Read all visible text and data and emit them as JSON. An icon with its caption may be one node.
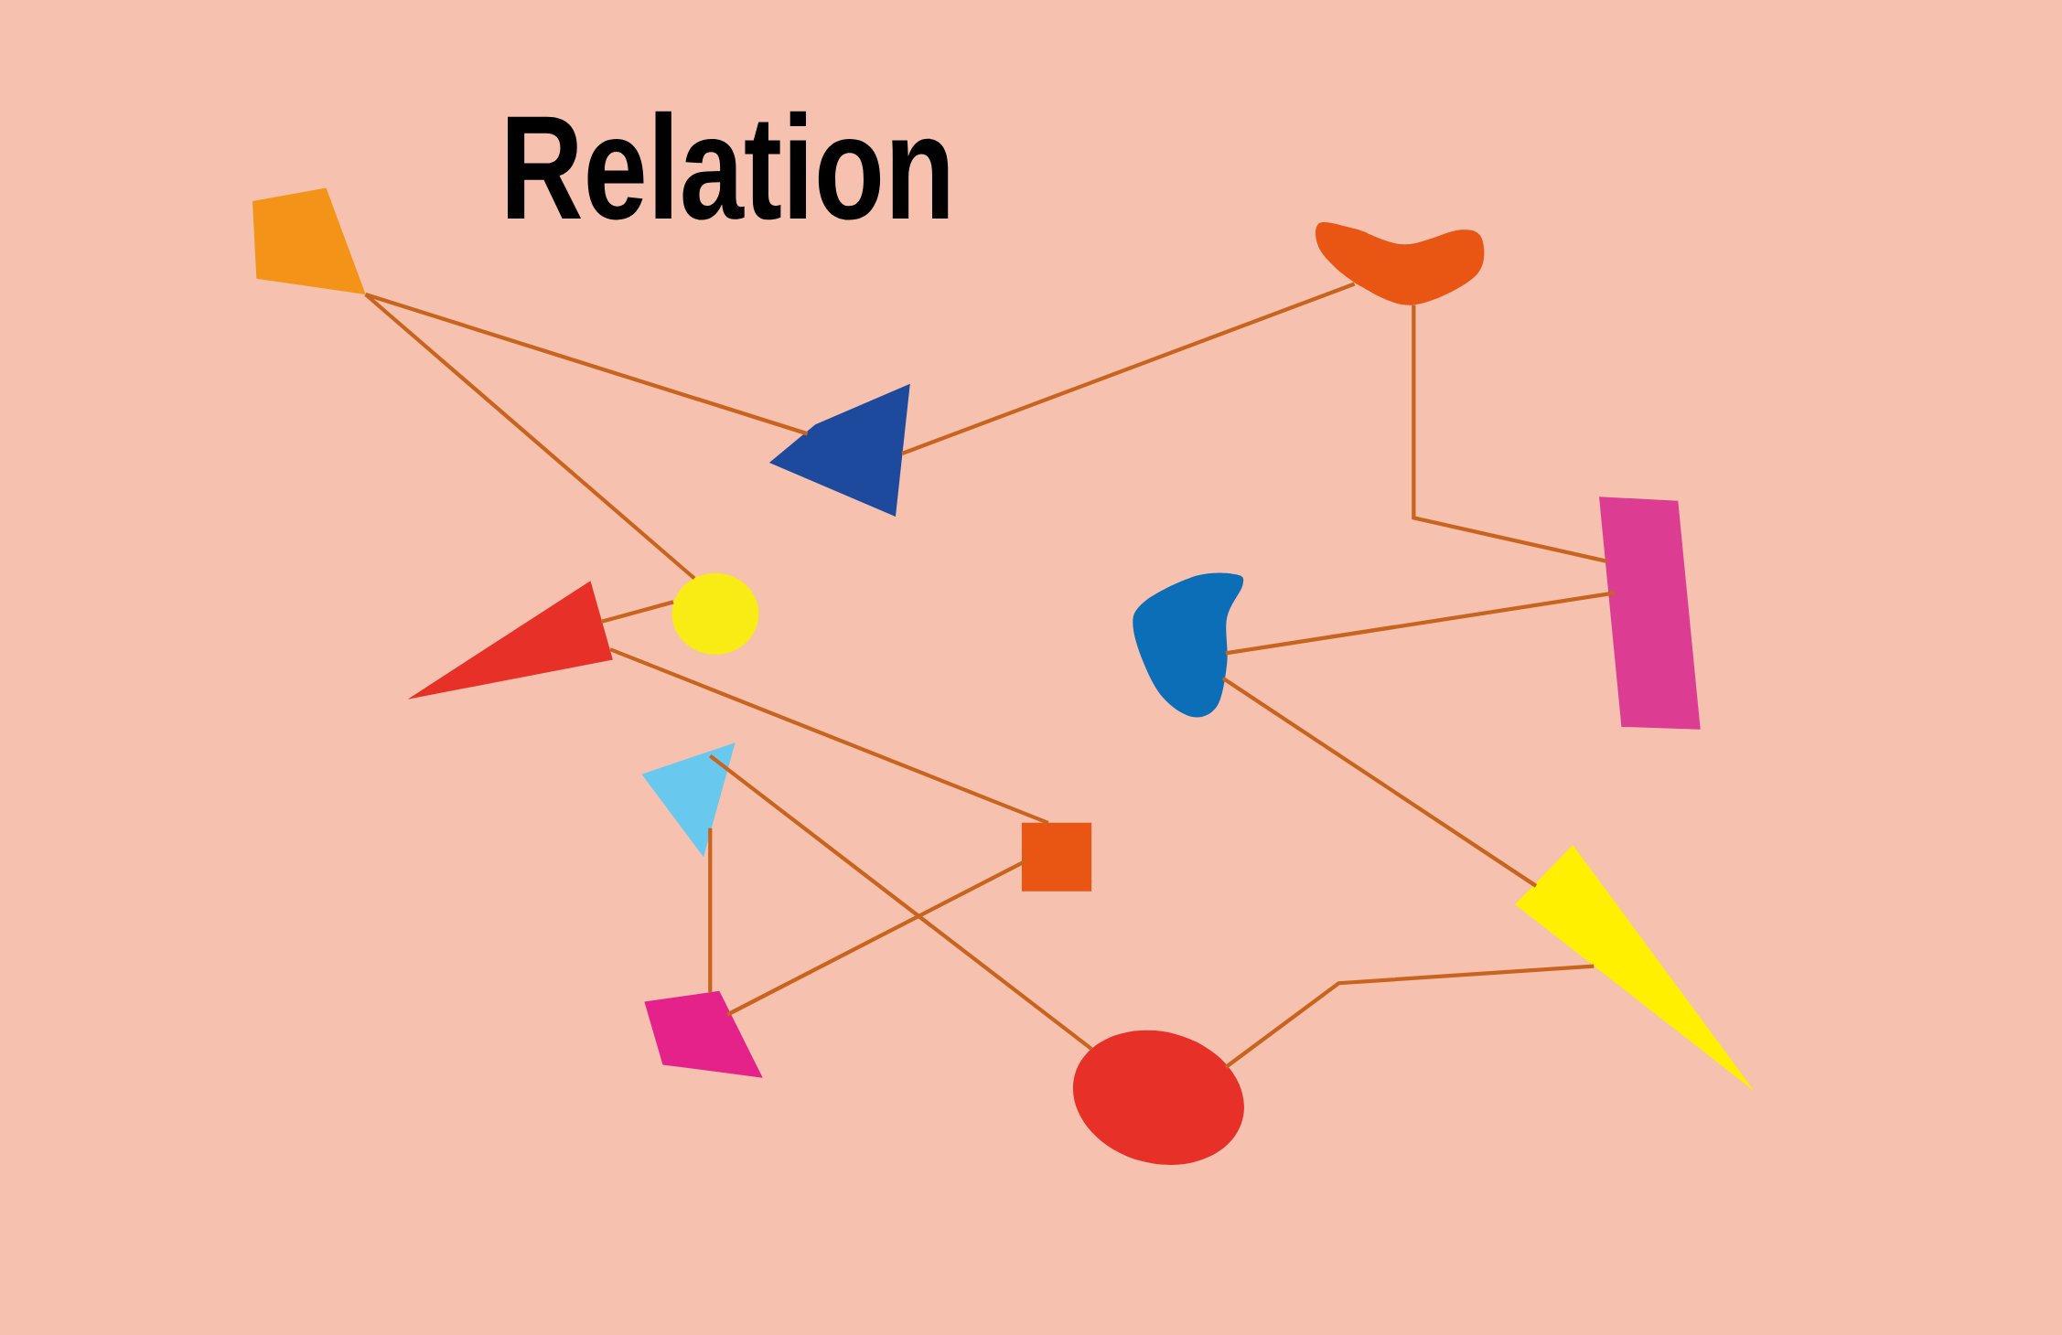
{
  "diagram": {
    "title": "Relation",
    "nodes": [
      {
        "text": [],
        "shape": "box"
      },
      {
        "text": [],
        "shape": "box"
      },
      {
        "text": [],
        "shape": "blob"
      },
      {
        "text": [],
        "shape": "bar"
      },
      {
        "text": [],
        "shape": "circle"
      },
      {
        "text": [],
        "shape": "triangle"
      },
      {
        "text": [],
        "shape": "blob"
      },
      {
        "text": [],
        "shape": "triangle"
      },
      {
        "text": [],
        "shape": "box"
      },
      {
        "text": [],
        "shape": "box"
      },
      {
        "text": [],
        "shape": "circle"
      },
      {
        "text": [],
        "shape": "triangle"
      }
    ],
    "edges": [
      {
        "from": 0,
        "to": 1,
        "arrow": "none"
      },
      {
        "from": 0,
        "to": 4,
        "arrow": "none"
      },
      {
        "from": 1,
        "to": 2,
        "arrow": "none"
      },
      {
        "from": 2,
        "to": 3,
        "arrow": "none"
      },
      {
        "from": 3,
        "to": 6,
        "arrow": "none"
      },
      {
        "from": 4,
        "to": 5,
        "arrow": "none"
      },
      {
        "from": 5,
        "to": 8,
        "arrow": "none"
      },
      {
        "from": 6,
        "to": 11,
        "arrow": "none"
      },
      {
        "from": 7,
        "to": 9,
        "arrow": "none"
      },
      {
        "from": 7,
        "to": 10,
        "arrow": "none"
      },
      {
        "from": 8,
        "to": 9,
        "arrow": "none"
      },
      {
        "from": 10,
        "to": 11,
        "arrow": "none"
      }
    ]
  }
}
